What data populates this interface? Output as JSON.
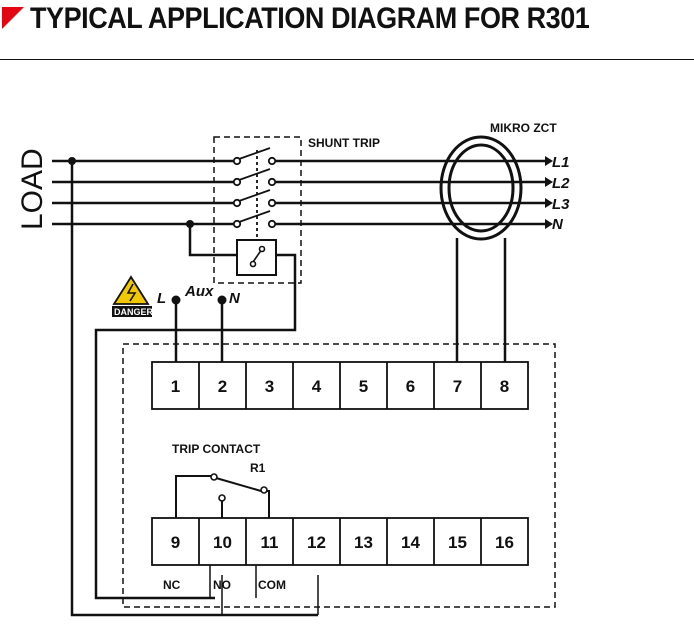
{
  "header": {
    "title": "TYPICAL APPLICATION DIAGRAM FOR R301",
    "accent_color": "#e30613"
  },
  "diagram": {
    "load_label": "LOAD",
    "shunt_trip_label": "SHUNT TRIP",
    "zct_label": "MIKRO ZCT",
    "lines": [
      "L1",
      "L2",
      "L3",
      "N"
    ],
    "supply_labels": {
      "l": "L",
      "aux": "Aux",
      "n": "N"
    },
    "danger_label": "DANGER",
    "top_terminals": [
      "1",
      "2",
      "3",
      "4",
      "5",
      "6",
      "7",
      "8"
    ],
    "bottom_terminals": [
      "9",
      "10",
      "11",
      "12",
      "13",
      "14",
      "15",
      "16"
    ],
    "trip_contact_label": "TRIP CONTACT",
    "relay_label": "R1",
    "contact_labels": {
      "nc": "NC",
      "no": "NO",
      "com": "COM"
    }
  }
}
